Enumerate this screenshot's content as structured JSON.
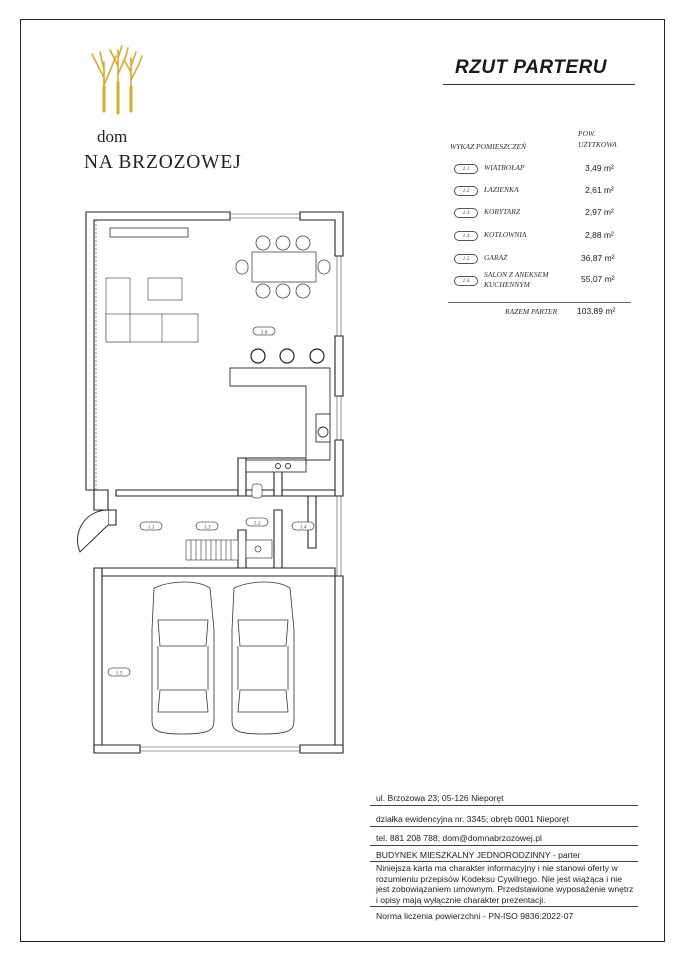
{
  "brand": {
    "top": "dom",
    "name": "NA BRZOZOWEJ"
  },
  "title": "RZUT PARTERU",
  "legend": {
    "col_rooms": "WYKAZ POMIESZCZEŃ",
    "col_area_1": "POW.",
    "col_area_2": "UŻYTKOWA",
    "rooms": [
      {
        "num": "1.1",
        "name": "WIATROŁAP",
        "area": "3,49 m²"
      },
      {
        "num": "1.2",
        "name": "ŁAZIENKA",
        "area": "2,61 m²"
      },
      {
        "num": "1.3",
        "name": "KORYTARZ",
        "area": "2,97 m²"
      },
      {
        "num": "1.4",
        "name": "KOTŁOWNIA",
        "area": "2,88 m²"
      },
      {
        "num": "1.5",
        "name": "GARAŻ",
        "area": "36,87 m²"
      },
      {
        "num": "1.6",
        "name": "SALON Z ANEKSEM",
        "name2": "KUCHENNYM",
        "area": "55,07 m²"
      }
    ],
    "total_label": "RAZEM PARTER",
    "total_area": "103,89 m²"
  },
  "plan_labels": {
    "l11": "1.1",
    "l12": "1.2",
    "l13": "1.3",
    "l14": "1.4",
    "l15": "1.5",
    "l16": "1.6"
  },
  "info": {
    "address": "ul. Brzozowa 23; 05-126 Nieporęt",
    "plot": "działka ewidencyjna nr. 3345; obręb 0001 Nieporęt",
    "contact": "tel. 881 208 788; dom@domnabrzozowej.pl",
    "building": "BUDYNEK MIESZKALNY JEDNORODZINNY - parter",
    "disclaimer": "Niniejsza karta ma charakter informacyjny i nie stanowi oferty w rozumieniu przepisów Kodeksu Cywilnego. Nie jest wiążąca i nie jest zobowiązaniem umownym. Przedstawione wyposażenie wnętrz i opisy mają wyłącznie charakter prezentacji.",
    "norm": "Norma liczenia powierzchni - PN-ISO 9836:2022-07"
  },
  "colors": {
    "birch": "#d9a92e",
    "wall": "#ffffff",
    "line": "#222222"
  }
}
